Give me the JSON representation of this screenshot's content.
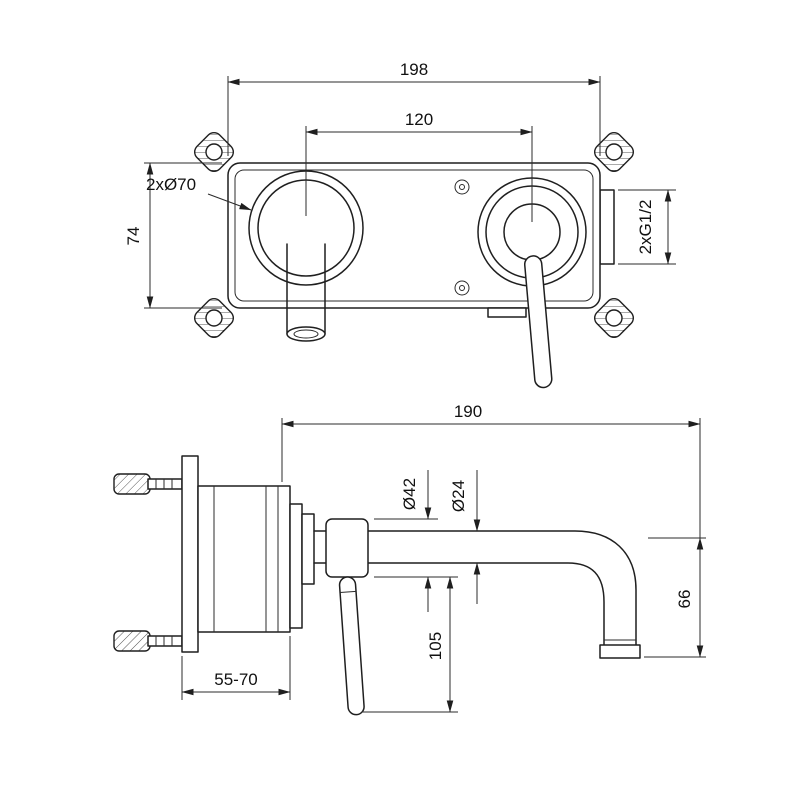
{
  "drawing": {
    "front_view": {
      "overall_width": "198",
      "hole_spacing": "120",
      "hole_diameter": "2xØ70",
      "box_height": "74",
      "connection_thread": "2xG1/2"
    },
    "side_view": {
      "spout_reach": "190",
      "trim_diameter": "Ø42",
      "spout_diameter": "Ø24",
      "handle_length": "105",
      "spout_drop": "66",
      "wall_depth_range": "55-70"
    }
  }
}
